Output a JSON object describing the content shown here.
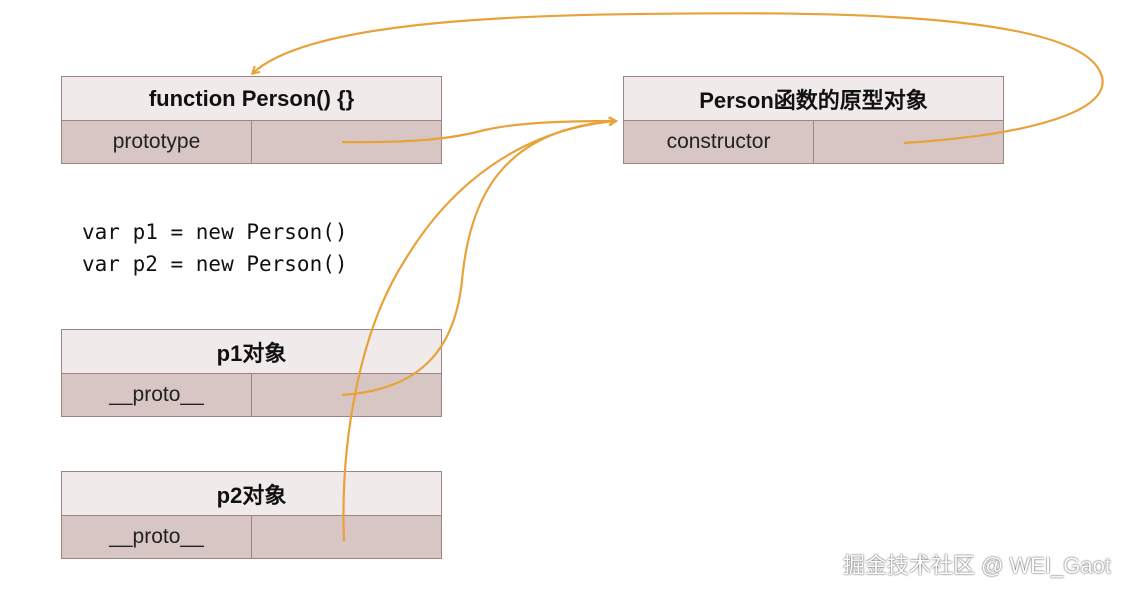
{
  "boxes": {
    "person_fn": {
      "title": "function Person() {}",
      "field": "prototype"
    },
    "person_proto": {
      "title": "Person函数的原型对象",
      "field": "constructor"
    },
    "p1": {
      "title": "p1对象",
      "field": "__proto__"
    },
    "p2": {
      "title": "p2对象",
      "field": "__proto__"
    }
  },
  "code": {
    "line1": "var p1 = new Person()",
    "line2": "var p2 = new Person()"
  },
  "watermark": "掘金技术社区 @ WEI_Gaot",
  "colors": {
    "arrow": "#e8a23a",
    "box_body": "#d8c6c4",
    "box_head": "#f0eaea",
    "box_border": "#9c8582"
  }
}
